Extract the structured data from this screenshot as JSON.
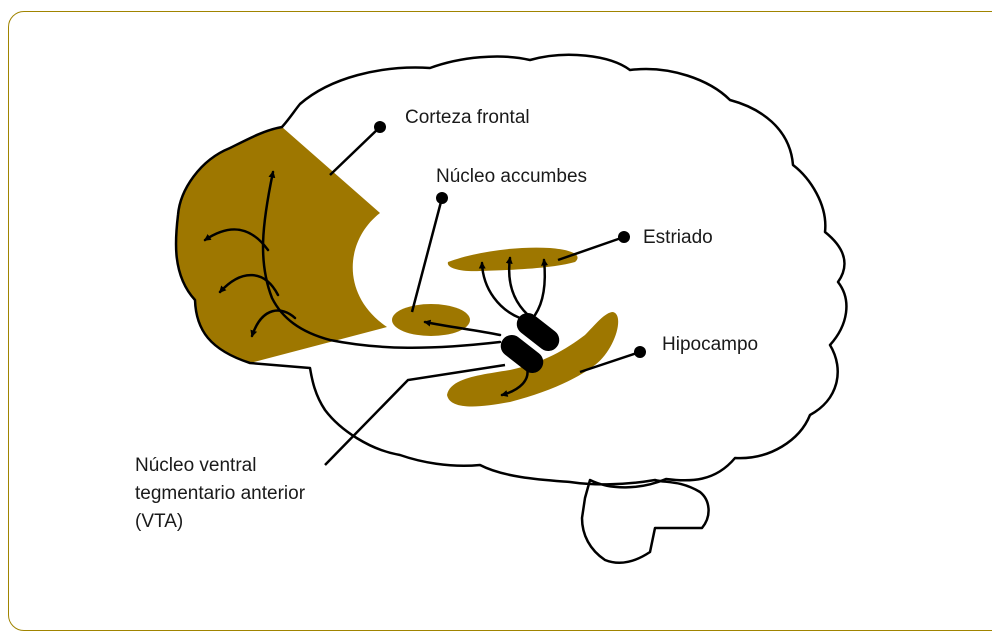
{
  "colors": {
    "region_fill": "#9e7700",
    "outline": "#000000",
    "frame_border": "#a08400",
    "background": "#ffffff"
  },
  "labels": {
    "frontal_cortex": "Corteza frontal",
    "nucleus_accumbens": "Núcleo accumbes",
    "striatum": "Estriado",
    "hippocampus": "Hipocampo",
    "vta_line1": "Núcleo ventral",
    "vta_line2": "tegmentario anterior",
    "vta_line3": "(VTA)"
  }
}
